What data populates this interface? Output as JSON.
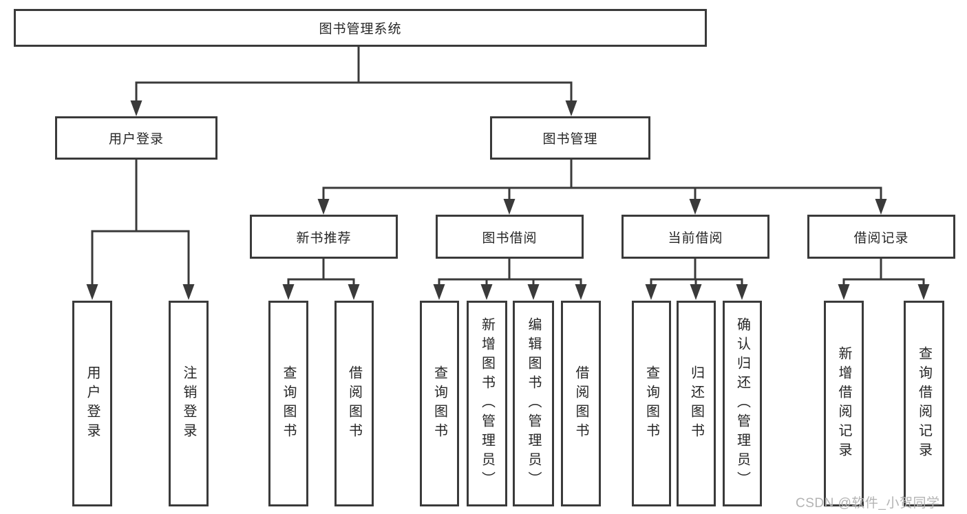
{
  "colors": {
    "line": "#3a3a3a",
    "text": "#262626",
    "watermark": "#b3b3b3",
    "bg": "#ffffff"
  },
  "watermark": {
    "text": "CSDN @软件_小贺同学"
  },
  "tree": {
    "root": {
      "label": "图书管理系统"
    },
    "branches": [
      {
        "label": "用户登录",
        "children": [
          {
            "label": "用户登录"
          },
          {
            "label": "注销登录"
          }
        ]
      },
      {
        "label": "图书管理",
        "children": [
          {
            "label": "新书推荐",
            "children": [
              {
                "label": "查询图书"
              },
              {
                "label": "借阅图书"
              }
            ]
          },
          {
            "label": "图书借阅",
            "children": [
              {
                "label": "查询图书"
              },
              {
                "label": "新增图书（管理员）"
              },
              {
                "label": "编辑图书（管理员）"
              },
              {
                "label": "借阅图书"
              }
            ]
          },
          {
            "label": "当前借阅",
            "children": [
              {
                "label": "查询图书"
              },
              {
                "label": "归还图书"
              },
              {
                "label": "确认归还（管理员）"
              }
            ]
          },
          {
            "label": "借阅记录",
            "children": [
              {
                "label": "新增借阅记录"
              },
              {
                "label": "查询借阅记录"
              }
            ]
          }
        ]
      }
    ]
  }
}
